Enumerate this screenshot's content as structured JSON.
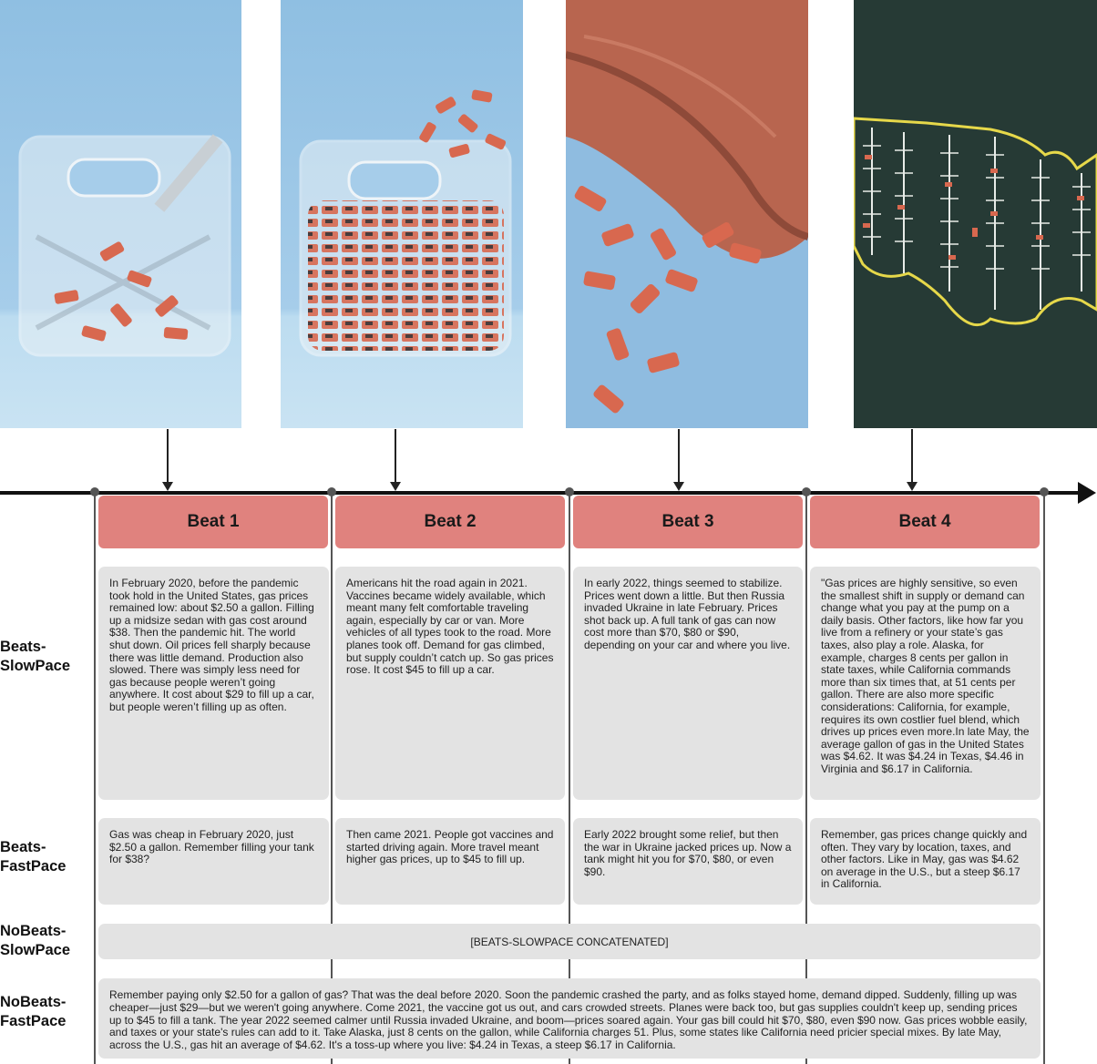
{
  "images": [
    {
      "name": "beat-1-image",
      "icon": "gas-canister-few-cars"
    },
    {
      "name": "beat-2-image",
      "icon": "gas-canister-full-cars"
    },
    {
      "name": "beat-3-image",
      "icon": "wallet-spilling-cars"
    },
    {
      "name": "beat-4-image",
      "icon": "us-map-parking-lots"
    }
  ],
  "beats": [
    {
      "label": "Beat 1",
      "slow": "In February 2020, before the pandemic took hold in the United States, gas prices remained low: about $2.50 a gallon. Filling up a midsize sedan with gas cost around $38. Then the pandemic hit. The world shut down. Oil prices fell sharply because there was little demand. Production also slowed. There was simply less need for gas because people weren’t going anywhere. It cost about $29 to fill up a car, but people weren’t filling up as often.",
      "fast": "Gas was cheap in February 2020, just $2.50 a gallon. Remember filling your tank for $38?"
    },
    {
      "label": "Beat 2",
      "slow": "Americans hit the road again in 2021. Vaccines became widely available, which meant many felt comfortable traveling again, especially by car or van. More vehicles of all types took to the road. More planes took off. Demand for gas climbed, but supply couldn’t catch up. So gas prices rose. It cost $45 to fill up a car.",
      "fast": "Then came 2021. People got vaccines and started driving again. More travel meant higher gas prices, up to $45 to fill up."
    },
    {
      "label": "Beat 3",
      "slow": "In early 2022, things seemed to stabilize. Prices went down a little. But then Russia invaded Ukraine in late February. Prices shot back up. A full tank of gas can now cost more than $70, $80 or $90, depending on your car and where you live.",
      "fast": "Early 2022 brought some relief, but then the war in Ukraine jacked prices up. Now a tank might hit you for $70, $80, or even $90."
    },
    {
      "label": "Beat 4",
      "slow": "\"Gas prices are highly sensitive, so even the smallest shift in supply or demand can change what you pay at the pump on a daily basis. Other factors, like how far you live from a refinery or your state’s gas taxes, also play a role. Alaska, for example, charges 8 cents per gallon in state taxes, while California commands more than six times that, at 51 cents per gallon. There are also more specific considerations: California, for example, requires its own costlier fuel blend, which drives up prices even more.In late May, the average gallon of gas in the United States was $4.62. It was $4.24 in Texas, $4.46 in Virginia and $6.17 in California.",
      "fast": "Remember, gas prices change quickly and often. They vary by location, taxes, and other factors. Like in May, gas was $4.62 on average in the U.S., but a steep $6.17 in California."
    }
  ],
  "rows": {
    "slow": "Beats-\nSlowPace",
    "fast": "Beats-\nFastPace",
    "noslow": "NoBeats-\nSlowPace",
    "nofast": "NoBeats-\nFastPace"
  },
  "noslow_text": "[BEATS-SLOWPACE CONCATENATED]",
  "nofast_text": "Remember paying only $2.50 for a gallon of gas? That was the deal before 2020. Soon the pandemic crashed the party, and as folks stayed home, demand dipped. Suddenly, filling up was cheaper—just $29—but we weren't going anywhere. Come 2021, the vaccine got us out, and cars crowded streets. Planes were back too, but gas supplies couldn't keep up, sending prices up to $45 to fill a tank. The year 2022 seemed calmer until Russia invaded Ukraine, and boom—prices soared again. Your gas bill could hit $70, $80, even $90 now. Gas prices wobble easily, and taxes or your state's rules can add to it. Take Alaska, just 8 cents on the gallon, while California charges 51. Plus, some states like California need pricier special mixes. By late May, across the U.S., gas hit an average of $4.62. It's a toss-up where you live: $4.24 in Texas, a steep $6.17 in California.",
  "colors": {
    "beat_header": "#e0827e",
    "box": "#e3e3e3",
    "sky": "#9cc6e4",
    "car": "#d8684f",
    "map_bg": "#263a35",
    "map_outline": "#e6d84a"
  }
}
